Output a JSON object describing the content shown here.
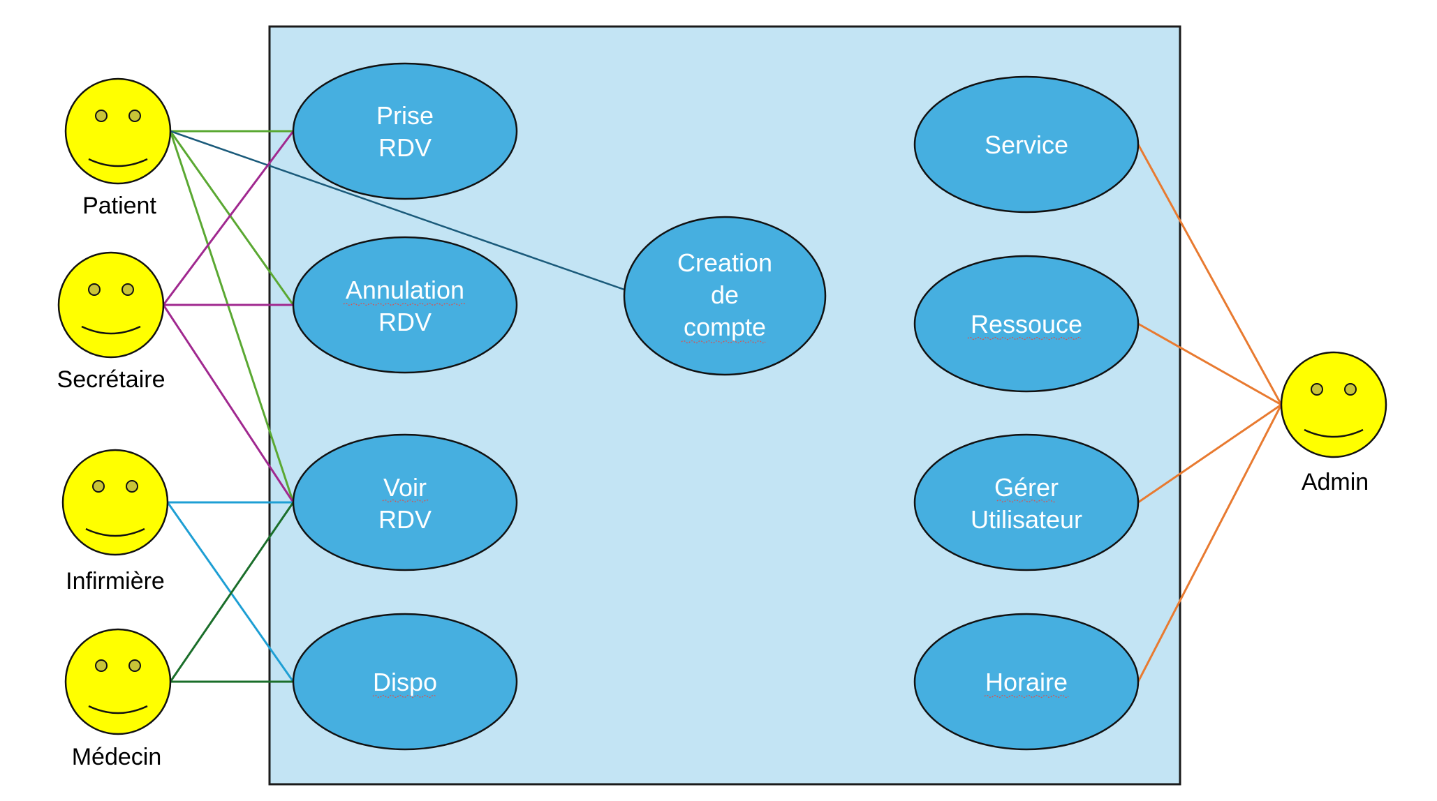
{
  "actors": {
    "patient": {
      "label": "Patient"
    },
    "secretaire": {
      "label": "Secrétaire"
    },
    "infirmiere": {
      "label": "Infirmière"
    },
    "medecin": {
      "label": "Médecin"
    },
    "admin": {
      "label": "Admin"
    }
  },
  "use_cases": {
    "prise_rdv": {
      "line1": "Prise",
      "line2": "RDV"
    },
    "annulation_rdv": {
      "line1": "Annulation",
      "line2": "RDV"
    },
    "voir_rdv": {
      "line1": "Voir",
      "line2": "RDV"
    },
    "dispo": {
      "line1": "Dispo"
    },
    "creation_compte": {
      "line1": "Creation",
      "line2": "de",
      "line3": "compte"
    },
    "service": {
      "line1": "Service"
    },
    "ressouce": {
      "line1": "Ressouce"
    },
    "gerer_utilisateur": {
      "line1": "Gérer",
      "line2": "Utilisateur"
    },
    "horaire": {
      "line1": "Horaire"
    }
  },
  "colors": {
    "system_fill": "#c3e4f4",
    "use_case_fill": "#46afe0",
    "actor_fill": "#ffff00",
    "patient_links": "#5aa832",
    "patient_account_link": "#1a5a7a",
    "secretaire_links": "#a0288f",
    "infirmiere_links": "#1e9fd4",
    "medecin_links": "#1a6e2a",
    "admin_links": "#e87a30"
  }
}
